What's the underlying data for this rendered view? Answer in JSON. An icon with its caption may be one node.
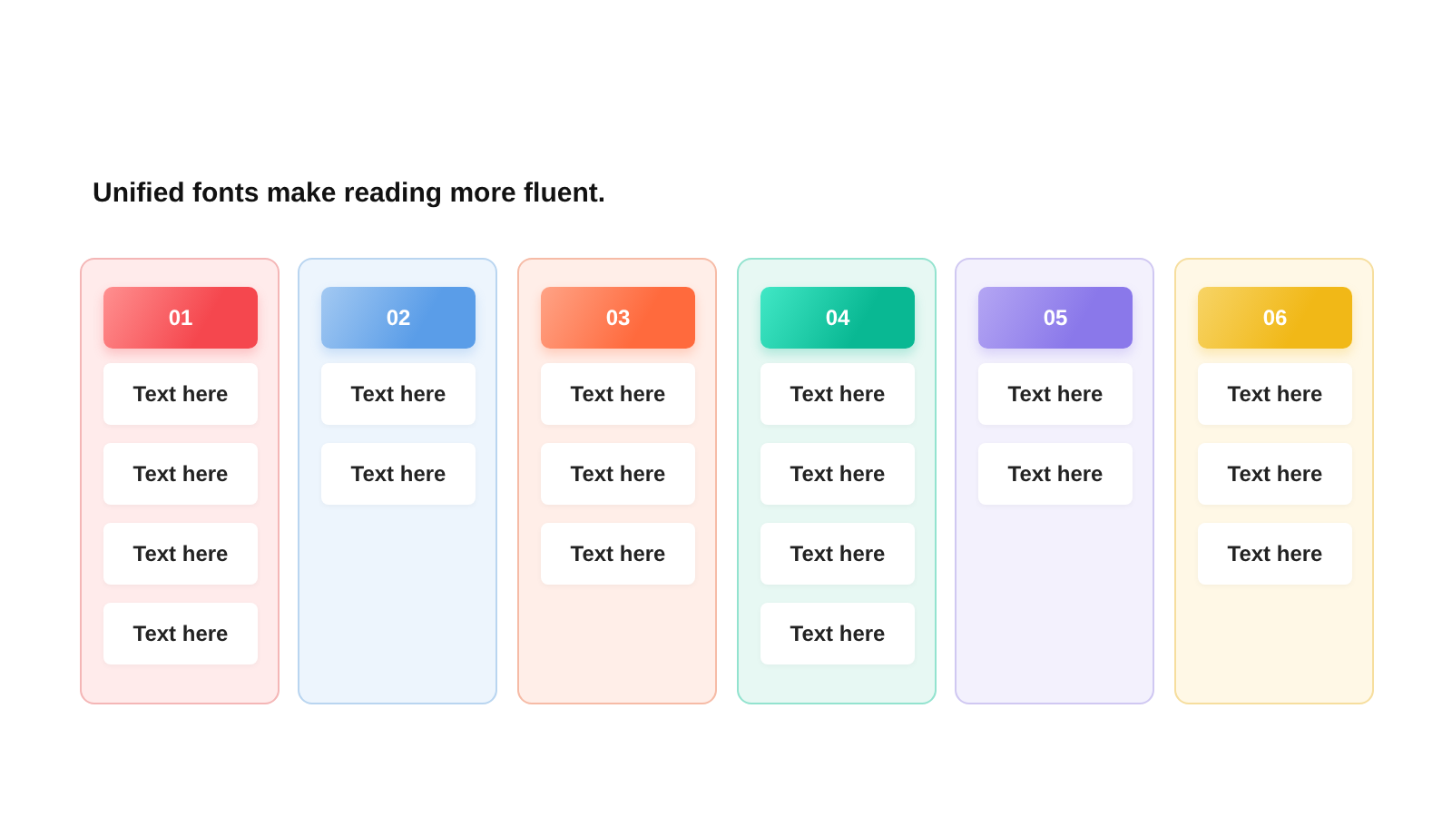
{
  "diagram": {
    "title": "Unified fonts make reading more fluent.",
    "nodes": [
      {
        "text": [],
        "shape": "box"
      },
      {
        "text": [
          "01"
        ],
        "in": 0
      },
      {
        "text": [
          "Text here"
        ],
        "in": 0
      },
      {
        "text": [
          "Text here"
        ],
        "in": 0
      },
      {
        "text": [
          "Text here"
        ],
        "in": 0
      },
      {
        "text": [
          "Text here"
        ],
        "in": 0
      },
      {
        "text": [],
        "shape": "box"
      },
      {
        "text": [
          "02"
        ],
        "in": 6
      },
      {
        "text": [
          "Text here"
        ],
        "in": 6
      },
      {
        "text": [
          "Text here"
        ],
        "in": 6
      },
      {
        "text": [],
        "shape": "box"
      },
      {
        "text": [
          "03"
        ],
        "in": 10
      },
      {
        "text": [
          "Text here"
        ],
        "in": 10
      },
      {
        "text": [
          "Text here"
        ],
        "in": 10
      },
      {
        "text": [
          "Text here"
        ],
        "in": 10
      },
      {
        "text": [],
        "shape": "box"
      },
      {
        "text": [
          "04"
        ],
        "in": 15
      },
      {
        "text": [
          "Text here"
        ],
        "in": 15
      },
      {
        "text": [
          "Text here"
        ],
        "in": 15
      },
      {
        "text": [
          "Text here"
        ],
        "in": 15
      },
      {
        "text": [
          "Text here"
        ],
        "in": 15
      },
      {
        "text": [],
        "shape": "box"
      },
      {
        "text": [
          "05"
        ],
        "in": 21
      },
      {
        "text": [
          "Text here"
        ],
        "in": 21
      },
      {
        "text": [
          "Text here"
        ],
        "in": 21
      },
      {
        "text": [],
        "shape": "box"
      },
      {
        "text": [
          "06"
        ],
        "in": 25
      },
      {
        "text": [
          "Text here"
        ],
        "in": 25
      },
      {
        "text": [
          "Text here"
        ],
        "in": 25
      },
      {
        "text": [
          "Text here"
        ],
        "in": 25
      }
    ],
    "edges": []
  }
}
